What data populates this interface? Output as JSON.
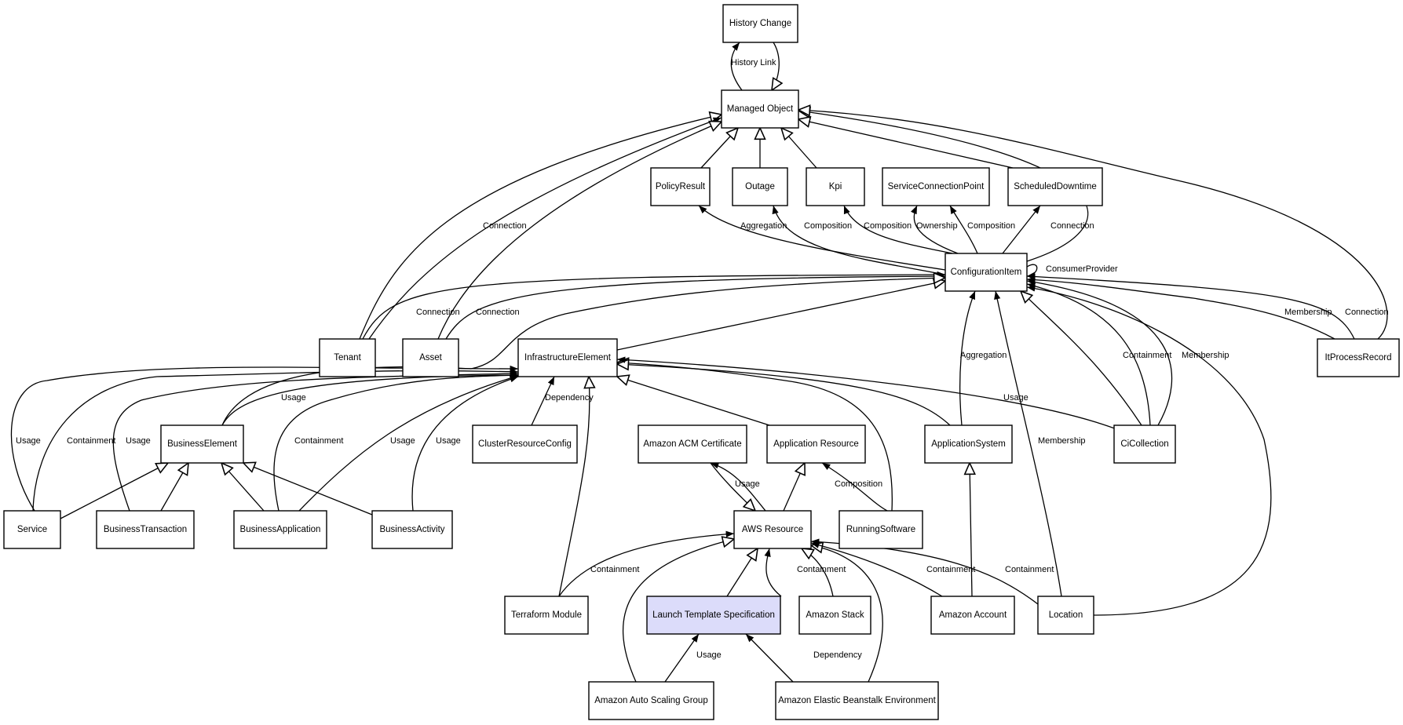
{
  "diagram": {
    "title": "",
    "selected_node": "launch_template_specification",
    "highlight_color": "#dcdcfa",
    "nodes": [
      {
        "id": "history_change",
        "label": "History Change"
      },
      {
        "id": "managed_object",
        "label": "Managed Object"
      },
      {
        "id": "policy_result",
        "label": "PolicyResult"
      },
      {
        "id": "outage",
        "label": "Outage"
      },
      {
        "id": "kpi",
        "label": "Kpi"
      },
      {
        "id": "service_connection_point",
        "label": "ServiceConnectionPoint"
      },
      {
        "id": "scheduled_downtime",
        "label": "ScheduledDowntime"
      },
      {
        "id": "configuration_item",
        "label": "ConfigurationItem"
      },
      {
        "id": "tenant",
        "label": "Tenant"
      },
      {
        "id": "asset",
        "label": "Asset"
      },
      {
        "id": "infrastructure_element",
        "label": "InfrastructureElement"
      },
      {
        "id": "it_process_record",
        "label": "ItProcessRecord"
      },
      {
        "id": "business_element",
        "label": "BusinessElement"
      },
      {
        "id": "cluster_resource_config",
        "label": "ClusterResourceConfig"
      },
      {
        "id": "amazon_acm_certificate",
        "label": "Amazon ACM Certificate"
      },
      {
        "id": "application_resource",
        "label": "Application Resource"
      },
      {
        "id": "application_system",
        "label": "ApplicationSystem"
      },
      {
        "id": "ci_collection",
        "label": "CiCollection"
      },
      {
        "id": "service",
        "label": "Service"
      },
      {
        "id": "business_transaction",
        "label": "BusinessTransaction"
      },
      {
        "id": "business_application",
        "label": "BusinessApplication"
      },
      {
        "id": "business_activity",
        "label": "BusinessActivity"
      },
      {
        "id": "aws_resource",
        "label": "AWS Resource"
      },
      {
        "id": "running_software",
        "label": "RunningSoftware"
      },
      {
        "id": "terraform_module",
        "label": "Terraform Module"
      },
      {
        "id": "launch_template_specification",
        "label": "Launch Template Specification"
      },
      {
        "id": "amazon_stack",
        "label": "Amazon Stack"
      },
      {
        "id": "amazon_account",
        "label": "Amazon Account"
      },
      {
        "id": "location",
        "label": "Location"
      },
      {
        "id": "amazon_auto_scaling_group",
        "label": "Amazon Auto Scaling Group"
      },
      {
        "id": "amazon_elastic_beanstalk_environment",
        "label": "Amazon Elastic Beanstalk Environment"
      }
    ],
    "edges": [
      {
        "from": "managed_object",
        "to": "history_change",
        "label": "History Link",
        "kind": "association"
      },
      {
        "from": "history_change",
        "to": "managed_object",
        "label": "",
        "kind": "inheritance"
      },
      {
        "from": "policy_result",
        "to": "managed_object",
        "label": "",
        "kind": "inheritance"
      },
      {
        "from": "outage",
        "to": "managed_object",
        "label": "",
        "kind": "inheritance"
      },
      {
        "from": "kpi",
        "to": "managed_object",
        "label": "",
        "kind": "inheritance"
      },
      {
        "from": "scheduled_downtime",
        "to": "managed_object",
        "label": "",
        "kind": "inheritance"
      },
      {
        "from": "configuration_item",
        "to": "managed_object",
        "label": "",
        "kind": "inheritance"
      },
      {
        "from": "it_process_record",
        "to": "managed_object",
        "label": "",
        "kind": "inheritance"
      },
      {
        "from": "tenant",
        "to": "managed_object",
        "label": "",
        "kind": "inheritance"
      },
      {
        "from": "tenant",
        "to": "managed_object",
        "label": "Connection",
        "kind": "association"
      },
      {
        "from": "asset",
        "to": "managed_object",
        "label": "",
        "kind": "inheritance"
      },
      {
        "from": "configuration_item",
        "to": "policy_result",
        "label": "Aggregation",
        "kind": "association"
      },
      {
        "from": "configuration_item",
        "to": "outage",
        "label": "Composition",
        "kind": "association"
      },
      {
        "from": "configuration_item",
        "to": "kpi",
        "label": "Composition",
        "kind": "association"
      },
      {
        "from": "configuration_item",
        "to": "service_connection_point",
        "label": "Ownership",
        "kind": "association"
      },
      {
        "from": "configuration_item",
        "to": "service_connection_point",
        "label": "Composition",
        "kind": "association"
      },
      {
        "from": "configuration_item",
        "to": "scheduled_downtime",
        "label": "Connection",
        "kind": "association"
      },
      {
        "from": "configuration_item",
        "to": "configuration_item",
        "label": "ConsumerProvider",
        "kind": "association"
      },
      {
        "from": "tenant",
        "to": "configuration_item",
        "label": "Connection",
        "kind": "association"
      },
      {
        "from": "asset",
        "to": "configuration_item",
        "label": "Connection",
        "kind": "association"
      },
      {
        "from": "infrastructure_element",
        "to": "configuration_item",
        "label": "",
        "kind": "inheritance"
      },
      {
        "from": "business_element",
        "to": "configuration_item",
        "label": "",
        "kind": "inheritance"
      },
      {
        "from": "application_system",
        "to": "configuration_item",
        "label": "Aggregation",
        "kind": "association"
      },
      {
        "from": "location",
        "to": "configuration_item",
        "label": "Membership",
        "kind": "association"
      },
      {
        "from": "ci_collection",
        "to": "configuration_item",
        "label": "",
        "kind": "inheritance"
      },
      {
        "from": "ci_collection",
        "to": "configuration_item",
        "label": "Containment",
        "kind": "association"
      },
      {
        "from": "ci_collection",
        "to": "configuration_item",
        "label": "Membership",
        "kind": "association"
      },
      {
        "from": "it_process_record",
        "to": "configuration_item",
        "label": "Membership",
        "kind": "association"
      },
      {
        "from": "it_process_record",
        "to": "configuration_item",
        "label": "Connection",
        "kind": "association"
      },
      {
        "from": "location",
        "to": "configuration_item",
        "label": "",
        "kind": "association"
      },
      {
        "from": "business_element",
        "to": "infrastructure_element",
        "label": "Usage",
        "kind": "association"
      },
      {
        "from": "service",
        "to": "infrastructure_element",
        "label": "Usage",
        "kind": "association"
      },
      {
        "from": "service",
        "to": "infrastructure_element",
        "label": "Containment",
        "kind": "association"
      },
      {
        "from": "business_transaction",
        "to": "infrastructure_element",
        "label": "Usage",
        "kind": "association"
      },
      {
        "from": "business_application",
        "to": "infrastructure_element",
        "label": "Containment",
        "kind": "association"
      },
      {
        "from": "business_application",
        "to": "infrastructure_element",
        "label": "Usage",
        "kind": "association"
      },
      {
        "from": "business_activity",
        "to": "infrastructure_element",
        "label": "Usage",
        "kind": "association"
      },
      {
        "from": "cluster_resource_config",
        "to": "infrastructure_element",
        "label": "Dependency",
        "kind": "association"
      },
      {
        "from": "terraform_module",
        "to": "infrastructure_element",
        "label": "",
        "kind": "inheritance"
      },
      {
        "from": "application_resource",
        "to": "infrastructure_element",
        "label": "",
        "kind": "inheritance"
      },
      {
        "from": "running_software",
        "to": "infrastructure_element",
        "label": "",
        "kind": "inheritance"
      },
      {
        "from": "application_system",
        "to": "infrastructure_element",
        "label": "",
        "kind": "inheritance"
      },
      {
        "from": "ci_collection",
        "to": "infrastructure_element",
        "label": "Usage",
        "kind": "association"
      },
      {
        "from": "service",
        "to": "business_element",
        "label": "",
        "kind": "inheritance"
      },
      {
        "from": "business_transaction",
        "to": "business_element",
        "label": "",
        "kind": "inheritance"
      },
      {
        "from": "business_application",
        "to": "business_element",
        "label": "",
        "kind": "inheritance"
      },
      {
        "from": "business_activity",
        "to": "business_element",
        "label": "",
        "kind": "inheritance"
      },
      {
        "from": "aws_resource",
        "to": "amazon_acm_certificate",
        "label": "Usage",
        "kind": "association"
      },
      {
        "from": "amazon_acm_certificate",
        "to": "aws_resource",
        "label": "",
        "kind": "inheritance"
      },
      {
        "from": "aws_resource",
        "to": "application_resource",
        "label": "",
        "kind": "inheritance"
      },
      {
        "from": "running_software",
        "to": "application_resource",
        "label": "Composition",
        "kind": "association"
      },
      {
        "from": "amazon_account",
        "to": "application_system",
        "label": "",
        "kind": "inheritance"
      },
      {
        "from": "terraform_module",
        "to": "aws_resource",
        "label": "Containment",
        "kind": "association"
      },
      {
        "from": "amazon_auto_scaling_group",
        "to": "aws_resource",
        "label": "",
        "kind": "inheritance"
      },
      {
        "from": "launch_template_specification",
        "to": "aws_resource",
        "label": "",
        "kind": "inheritance"
      },
      {
        "from": "amazon_stack",
        "to": "aws_resource",
        "label": "Containment",
        "kind": "association"
      },
      {
        "from": "amazon_stack",
        "to": "aws_resource",
        "label": "",
        "kind": "inheritance"
      },
      {
        "from": "amazon_elastic_beanstalk_environment",
        "to": "aws_resource",
        "label": "",
        "kind": "inheritance"
      },
      {
        "from": "amazon_account",
        "to": "aws_resource",
        "label": "Containment",
        "kind": "association"
      },
      {
        "from": "location",
        "to": "aws_resource",
        "label": "Containment",
        "kind": "association"
      },
      {
        "from": "amazon_auto_scaling_group",
        "to": "launch_template_specification",
        "label": "Usage",
        "kind": "association"
      },
      {
        "from": "amazon_elastic_beanstalk_environment",
        "to": "launch_template_specification",
        "label": "Dependency",
        "kind": "association"
      }
    ]
  }
}
